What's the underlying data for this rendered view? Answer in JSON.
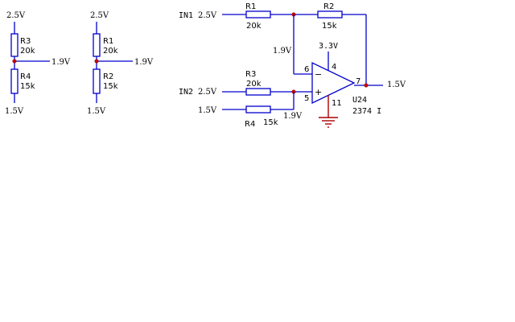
{
  "divider_a": {
    "top_voltage": "2.5V",
    "bottom_voltage": "1.5V",
    "tap_voltage": "1.9V",
    "r_top_name": "R3",
    "r_top_value": "20k",
    "r_bottom_name": "R4",
    "r_bottom_value": "15k"
  },
  "divider_b": {
    "top_voltage": "2.5V",
    "bottom_voltage": "1.5V",
    "tap_voltage": "1.9V",
    "r_top_name": "R1",
    "r_top_value": "20k",
    "r_bottom_name": "R2",
    "r_bottom_value": "15k"
  },
  "amplifier": {
    "in1_label": "IN1",
    "in1_voltage": "2.5V",
    "in2_label": "IN2",
    "in2_voltage": "2.5V",
    "ref_voltage": "1.5V",
    "r1_name": "R1",
    "r1_value": "20k",
    "r2_name": "R2",
    "r2_value": "15k",
    "r3_name": "R3",
    "r3_value": "20k",
    "r4_name": "R4",
    "r4_value": "15k",
    "inv_node_voltage": "1.9V",
    "noninv_node_voltage": "1.9V",
    "supply_voltage": "3.3V",
    "output_voltage": "1.5V",
    "pin_inv": "6",
    "pin_noninv": "5",
    "pin_out": "7",
    "pin_vcc": "4",
    "pin_gnd": "11",
    "minus_sign": "−",
    "plus_sign": "+",
    "designator": "U24",
    "part_number": "2374 I"
  },
  "colors": {
    "wire": "#0000cc",
    "junction": "#cc0000",
    "ground": "#aa0000",
    "text": "#000000",
    "background": "#ffffff"
  },
  "icons": [
    "resistor-icon",
    "opamp-icon",
    "ground-icon",
    "junction-dot-icon"
  ]
}
